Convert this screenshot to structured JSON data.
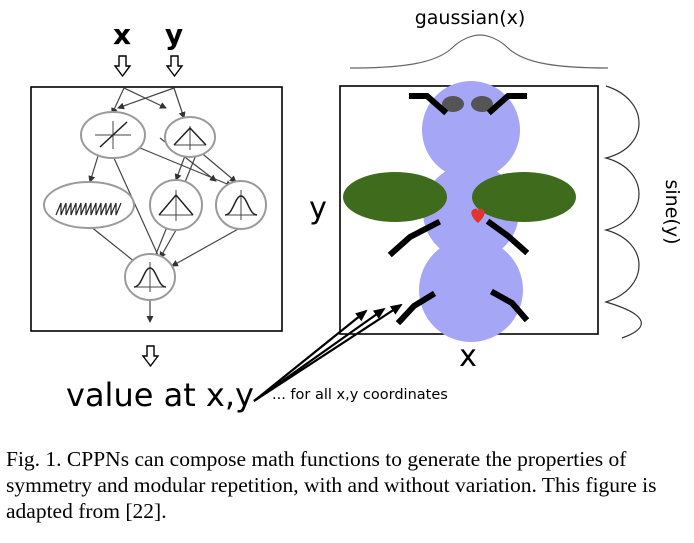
{
  "network": {
    "input_x": "x",
    "input_y": "y",
    "output_label": "value at x,y"
  },
  "image_panel": {
    "top_label": "gaussian(x)",
    "right_label": "sine(y)",
    "x_label": "x",
    "y_label": "y",
    "note": "... for all x,y coordinates"
  },
  "colors": {
    "body": "#a6a6f6",
    "wing": "#3f6b1d",
    "heart": "#e0342e",
    "node_stroke": "#9a9a9a"
  },
  "caption": "Fig. 1. CPPNs can compose math functions to generate the properties of symmetry and modular repetition, with and without variation. This figure is adapted from [22]."
}
